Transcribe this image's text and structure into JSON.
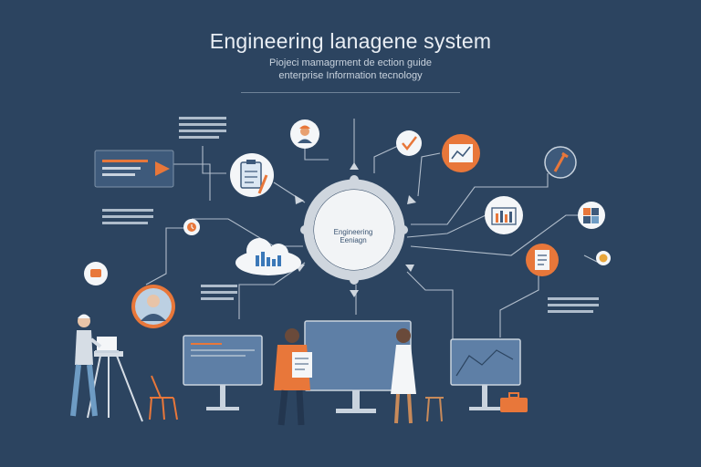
{
  "header": {
    "title": "Engineering lanagene system",
    "subtitle_line1": "Piojeci mamagrment de ection guide",
    "subtitle_line2": "enterprise Information tecnology"
  },
  "hub": {
    "label_line1": "Engineering",
    "label_line2": "Eeniagn"
  },
  "colors": {
    "background": "#2c4460",
    "accent_orange": "#e8773a",
    "node_white": "#f4f6f8",
    "line": "#c9d3de",
    "hub_ring": "#cfd6de"
  },
  "nodes": [
    {
      "name": "worker-avatar-node",
      "icon": "worker-icon"
    },
    {
      "name": "checkmark-node",
      "icon": "checkmark-icon"
    },
    {
      "name": "trend-chart-node",
      "icon": "line-chart-icon"
    },
    {
      "name": "tool-node",
      "icon": "wrench-icon"
    },
    {
      "name": "clipboard-node",
      "icon": "clipboard-icon"
    },
    {
      "name": "bar-chart-node",
      "icon": "bar-chart-icon"
    },
    {
      "name": "pie-node",
      "icon": "pie-chart-icon"
    },
    {
      "name": "document-node",
      "icon": "document-icon"
    },
    {
      "name": "clock-node",
      "icon": "clock-icon"
    },
    {
      "name": "coin-node",
      "icon": "coin-icon"
    },
    {
      "name": "chat-node",
      "icon": "chat-icon"
    },
    {
      "name": "manager-avatar-node",
      "icon": "person-icon"
    },
    {
      "name": "cloud-node",
      "icon": "cloud-icon"
    }
  ]
}
